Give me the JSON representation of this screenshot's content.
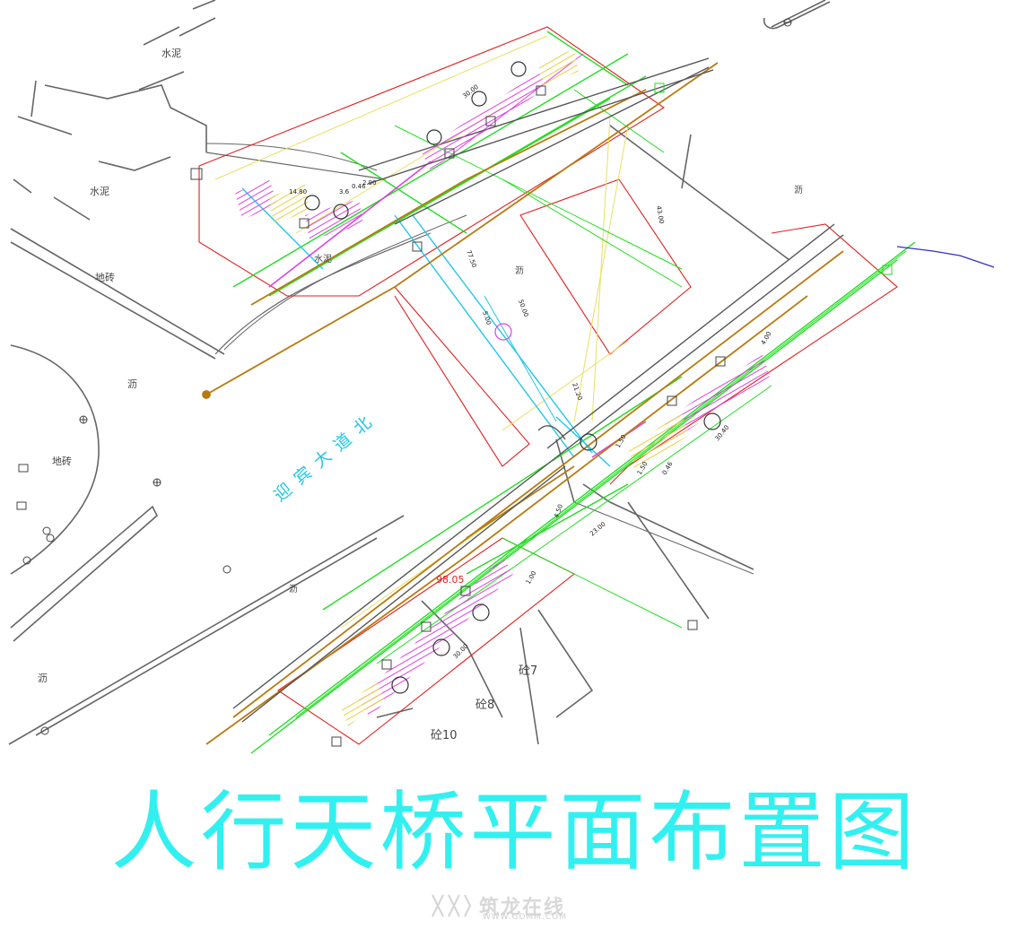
{
  "title": "人行天桥平面布置图",
  "watermark": {
    "brand": "筑龙在线",
    "url": "WWW.GDMM.COM"
  },
  "road_name": "迎宾大道北",
  "area_labels": {
    "cement_1": "水泥",
    "cement_2": "水泥",
    "cement_3": "水泥",
    "brick_1": "地砖",
    "brick_2": "地砖",
    "asphalt_1": "沥",
    "asphalt_2": "沥",
    "asphalt_3": "沥",
    "asphalt_4": "沥",
    "asphalt_5": "沥"
  },
  "building_labels": {
    "b7": "砼7",
    "b8": "砼8",
    "b10": "砼10"
  },
  "dimensions": {
    "d1": "14.80",
    "d2": "3.6",
    "d3": "0.46",
    "d4": "2.90",
    "d5": "30.00",
    "d6": "77.50",
    "d7": "50.00",
    "d8": "5.00",
    "d9": "43.00",
    "d10": "21.20",
    "d11": "4.00",
    "d12": "30.40",
    "d13": "0.46",
    "d14": "1.50",
    "d15": "4.50",
    "d16": "23.00",
    "d17": "1.00",
    "d18": "30.00",
    "d19": "1.50"
  },
  "elevation_marker": "98.05",
  "colors": {
    "title": "#33f0f0",
    "red": "#e02020",
    "green": "#22dd22",
    "cyan": "#22c8e8",
    "magenta": "#e040e0",
    "orange": "#b87a10",
    "yellow": "#e8e060",
    "gray": "#555555",
    "blue": "#3030c0"
  }
}
